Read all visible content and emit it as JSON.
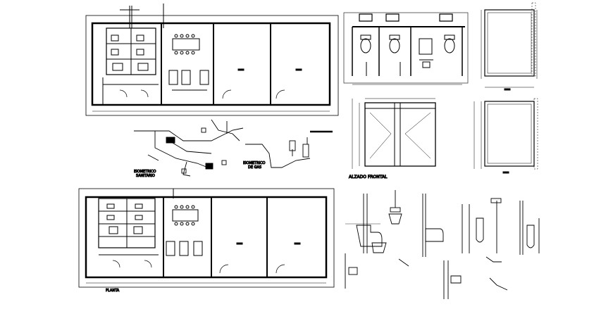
{
  "labels": {
    "isometric_sanitary_line1": "ISOMETRICO",
    "isometric_sanitary_line2": "SANITARIO",
    "isometric_gas_line1": "ISOMETRICO",
    "isometric_gas_line2": "DE GAS",
    "front_elevation": "ALZADO FRONTAL",
    "plan": "PLANTA"
  },
  "colors": {
    "ink": "#000000",
    "background": "#ffffff"
  }
}
